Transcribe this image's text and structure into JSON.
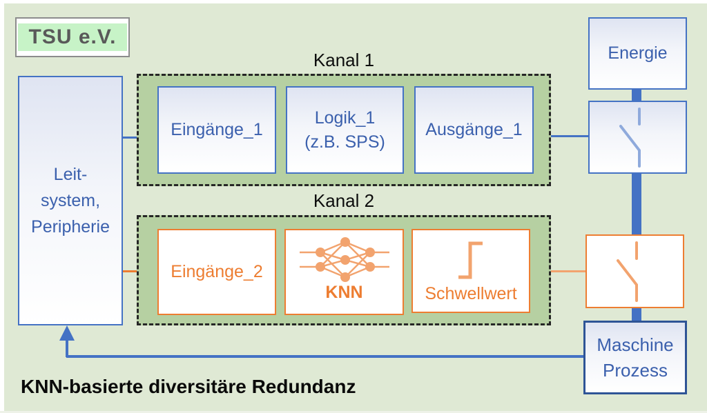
{
  "colors": {
    "page-bg": "#dfe9d4",
    "panel-green": "#b6d0a2",
    "blue": "#4472c4",
    "blue-text": "#3b60ad",
    "blue-dark": "#2e5496",
    "blue-light": "#8faadc",
    "orange": "#ed7d31",
    "orange-light": "#f2a36e",
    "gray-logo-border": "#8c8c8c",
    "logo-green": "#c7f3c7",
    "logo-text": "#595959",
    "dash": "#262626"
  },
  "logo": {
    "text": "TSU e.V."
  },
  "leitsystem": {
    "line1": "Leit-",
    "line2": "system,",
    "line3": "Peripherie"
  },
  "kanal1": {
    "label": "Kanal 1",
    "box1": "Eingänge_1",
    "box2_line1": "Logik_1",
    "box2_line2": "(z.B. SPS)",
    "box3": "Ausgänge_1"
  },
  "kanal2": {
    "label": "Kanal 2",
    "box1": "Eingänge_2",
    "box2": "KNN",
    "box3": "Schwellwert"
  },
  "right": {
    "energie": "Energie",
    "maschine_line1": "Maschine",
    "maschine_line2": "Prozess"
  },
  "title": "KNN-basierte diversitäre Redundanz",
  "icons": {
    "knn-network-icon": "fully connected 2-3-2 neural network",
    "step-function-icon": "threshold step function",
    "switch-open-icon": "open electrical switch",
    "feedback-arrow": "upward arrow into Leitsystem"
  }
}
